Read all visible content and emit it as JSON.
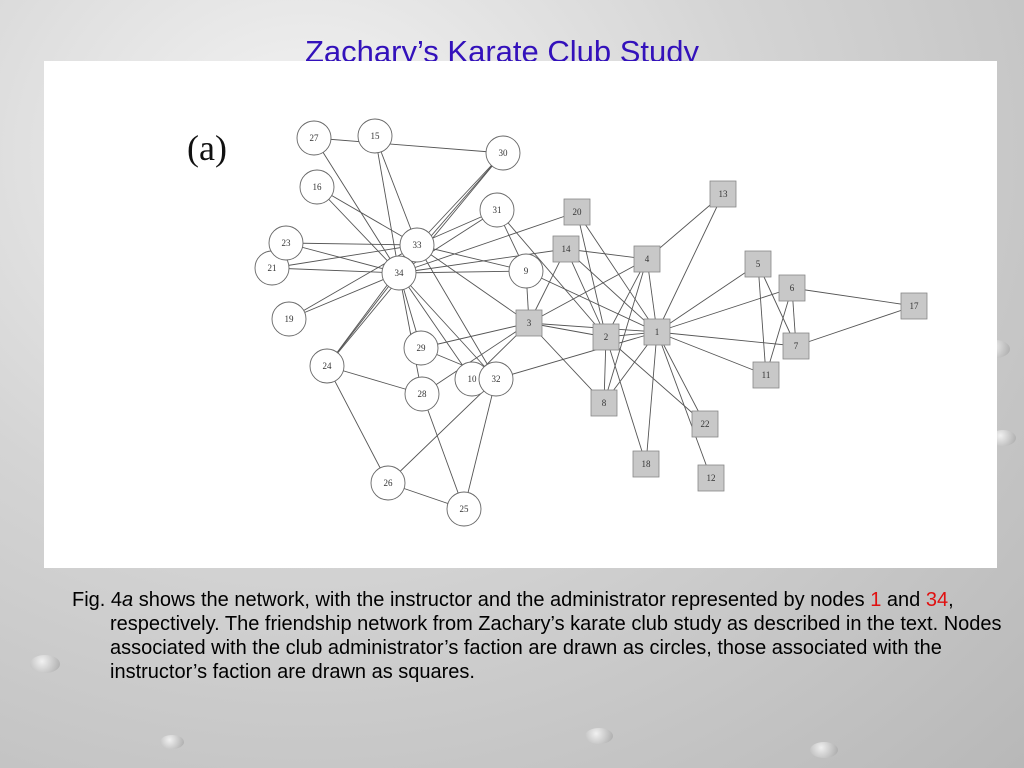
{
  "slide": {
    "title": "Zachary’s Karate Club Study"
  },
  "figure": {
    "panel_label": "(a)",
    "nodes": [
      {
        "id": "1",
        "shape": "square"
      },
      {
        "id": "2",
        "shape": "square"
      },
      {
        "id": "3",
        "shape": "square"
      },
      {
        "id": "4",
        "shape": "square"
      },
      {
        "id": "5",
        "shape": "square"
      },
      {
        "id": "6",
        "shape": "square"
      },
      {
        "id": "7",
        "shape": "square"
      },
      {
        "id": "8",
        "shape": "square"
      },
      {
        "id": "9",
        "shape": "circle"
      },
      {
        "id": "10",
        "shape": "circle"
      },
      {
        "id": "11",
        "shape": "square"
      },
      {
        "id": "12",
        "shape": "square"
      },
      {
        "id": "13",
        "shape": "square"
      },
      {
        "id": "14",
        "shape": "square"
      },
      {
        "id": "15",
        "shape": "circle"
      },
      {
        "id": "16",
        "shape": "circle"
      },
      {
        "id": "17",
        "shape": "square"
      },
      {
        "id": "18",
        "shape": "square"
      },
      {
        "id": "19",
        "shape": "circle"
      },
      {
        "id": "20",
        "shape": "square"
      },
      {
        "id": "21",
        "shape": "circle"
      },
      {
        "id": "22",
        "shape": "square"
      },
      {
        "id": "23",
        "shape": "circle"
      },
      {
        "id": "24",
        "shape": "circle"
      },
      {
        "id": "25",
        "shape": "circle"
      },
      {
        "id": "26",
        "shape": "circle"
      },
      {
        "id": "27",
        "shape": "circle"
      },
      {
        "id": "28",
        "shape": "circle"
      },
      {
        "id": "29",
        "shape": "circle"
      },
      {
        "id": "30",
        "shape": "circle"
      },
      {
        "id": "31",
        "shape": "circle"
      },
      {
        "id": "32",
        "shape": "circle"
      },
      {
        "id": "33",
        "shape": "circle"
      },
      {
        "id": "34",
        "shape": "circle"
      }
    ],
    "edges": [
      [
        "1",
        "2"
      ],
      [
        "1",
        "3"
      ],
      [
        "1",
        "4"
      ],
      [
        "1",
        "5"
      ],
      [
        "1",
        "6"
      ],
      [
        "1",
        "7"
      ],
      [
        "1",
        "8"
      ],
      [
        "1",
        "9"
      ],
      [
        "1",
        "11"
      ],
      [
        "1",
        "12"
      ],
      [
        "1",
        "13"
      ],
      [
        "1",
        "14"
      ],
      [
        "1",
        "18"
      ],
      [
        "1",
        "20"
      ],
      [
        "1",
        "22"
      ],
      [
        "1",
        "32"
      ],
      [
        "2",
        "3"
      ],
      [
        "2",
        "4"
      ],
      [
        "2",
        "8"
      ],
      [
        "2",
        "14"
      ],
      [
        "2",
        "18"
      ],
      [
        "2",
        "20"
      ],
      [
        "2",
        "22"
      ],
      [
        "2",
        "31"
      ],
      [
        "3",
        "4"
      ],
      [
        "3",
        "8"
      ],
      [
        "3",
        "9"
      ],
      [
        "3",
        "10"
      ],
      [
        "3",
        "14"
      ],
      [
        "3",
        "28"
      ],
      [
        "3",
        "29"
      ],
      [
        "3",
        "33"
      ],
      [
        "4",
        "8"
      ],
      [
        "4",
        "13"
      ],
      [
        "4",
        "14"
      ],
      [
        "5",
        "7"
      ],
      [
        "5",
        "11"
      ],
      [
        "6",
        "7"
      ],
      [
        "6",
        "11"
      ],
      [
        "6",
        "17"
      ],
      [
        "7",
        "17"
      ],
      [
        "9",
        "31"
      ],
      [
        "9",
        "33"
      ],
      [
        "9",
        "34"
      ],
      [
        "10",
        "34"
      ],
      [
        "14",
        "34"
      ],
      [
        "15",
        "33"
      ],
      [
        "15",
        "34"
      ],
      [
        "16",
        "33"
      ],
      [
        "16",
        "34"
      ],
      [
        "19",
        "33"
      ],
      [
        "19",
        "34"
      ],
      [
        "20",
        "34"
      ],
      [
        "21",
        "33"
      ],
      [
        "21",
        "34"
      ],
      [
        "23",
        "33"
      ],
      [
        "23",
        "34"
      ],
      [
        "24",
        "26"
      ],
      [
        "24",
        "28"
      ],
      [
        "24",
        "30"
      ],
      [
        "24",
        "33"
      ],
      [
        "24",
        "34"
      ],
      [
        "25",
        "26"
      ],
      [
        "25",
        "28"
      ],
      [
        "25",
        "32"
      ],
      [
        "26",
        "32"
      ],
      [
        "27",
        "30"
      ],
      [
        "27",
        "34"
      ],
      [
        "28",
        "34"
      ],
      [
        "29",
        "32"
      ],
      [
        "29",
        "34"
      ],
      [
        "30",
        "33"
      ],
      [
        "30",
        "34"
      ],
      [
        "31",
        "33"
      ],
      [
        "31",
        "34"
      ],
      [
        "32",
        "33"
      ],
      [
        "32",
        "34"
      ],
      [
        "33",
        "34"
      ]
    ]
  },
  "caption": {
    "prefix": "Fig. 4",
    "fig_letter": "a",
    "part1": " shows the network, with the instructor and the administrator represented by nodes ",
    "node_instructor": "1",
    "part2": " and ",
    "node_admin": "34",
    "part3": ", respectively. The friendship network from Zachary’s karate club study as described in the text. Nodes associated with the club administrator’s faction are drawn as circles, those associated with the instructor’s faction are drawn as squares."
  },
  "colors": {
    "title": "#3311bb",
    "highlight": "#e01010",
    "square_fill": "#c8c8c8",
    "circle_fill": "#ffffff"
  }
}
